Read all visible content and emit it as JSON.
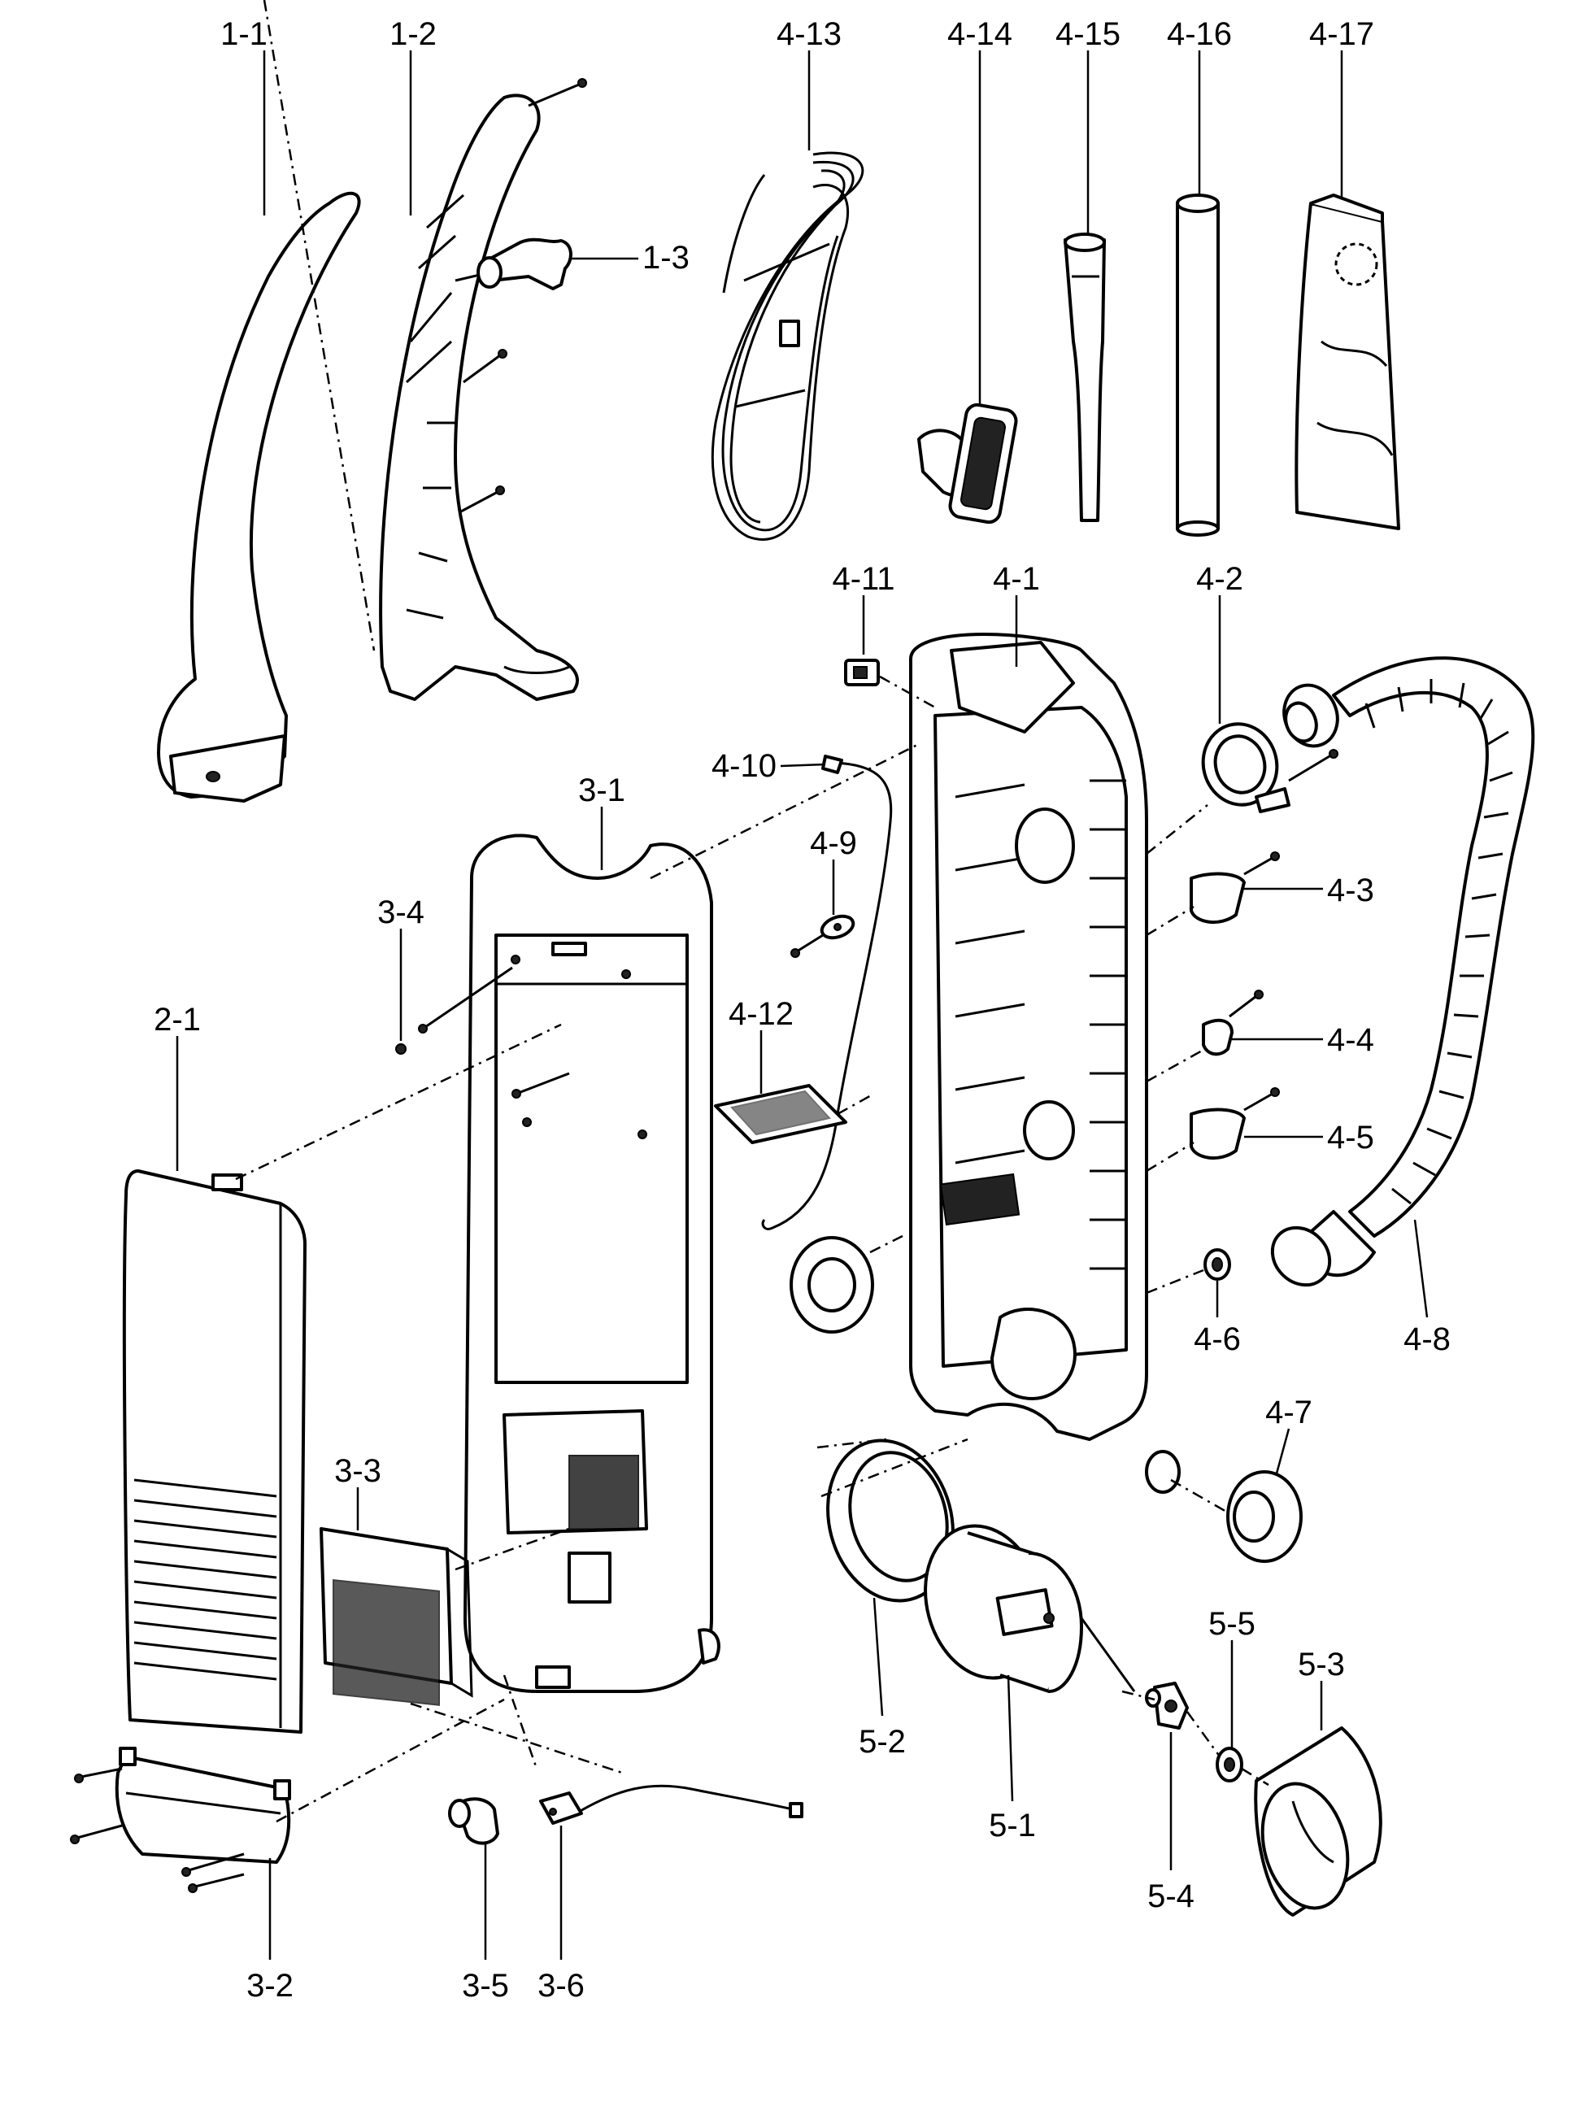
{
  "labels": {
    "p1_1": "1-1",
    "p1_2": "1-2",
    "p1_3": "1-3",
    "p2_1": "2-1",
    "p3_1": "3-1",
    "p3_2": "3-2",
    "p3_3": "3-3",
    "p3_4": "3-4",
    "p3_5": "3-5",
    "p3_6": "3-6",
    "p4_1": "4-1",
    "p4_2": "4-2",
    "p4_3": "4-3",
    "p4_4": "4-4",
    "p4_5": "4-5",
    "p4_6": "4-6",
    "p4_7": "4-7",
    "p4_8": "4-8",
    "p4_9": "4-9",
    "p4_10": "4-10",
    "p4_11": "4-11",
    "p4_12": "4-12",
    "p4_13": "4-13",
    "p4_14": "4-14",
    "p4_15": "4-15",
    "p4_16": "4-16",
    "p4_17": "4-17",
    "p5_1": "5-1",
    "p5_2": "5-2",
    "p5_3": "5-3",
    "p5_4": "5-4",
    "p5_5": "5-5"
  },
  "colors": {
    "line": "#000000",
    "background": "#ffffff"
  }
}
